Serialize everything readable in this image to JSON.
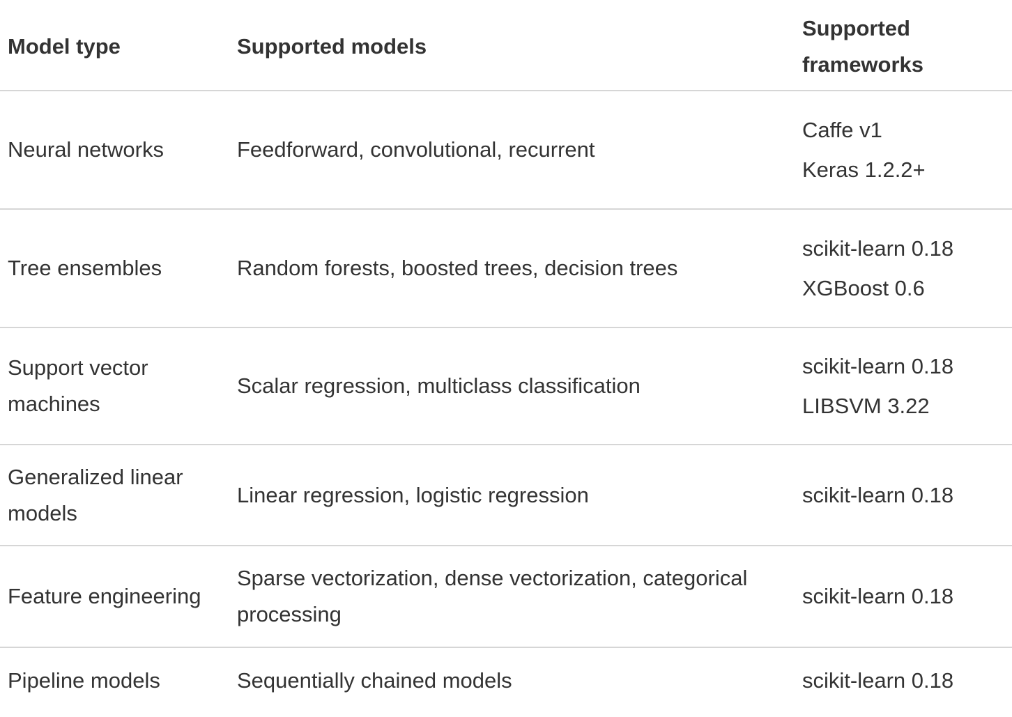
{
  "headers": {
    "model_type": "Model type",
    "supported_models": "Supported models",
    "supported_frameworks": "Supported frameworks"
  },
  "rows": [
    {
      "model_type": "Neural networks",
      "supported_models": "Feedforward, convolutional, recurrent",
      "frameworks": [
        "Caffe v1",
        "Keras 1.2.2+"
      ]
    },
    {
      "model_type": "Tree ensembles",
      "supported_models": "Random forests, boosted trees, decision trees",
      "frameworks": [
        "scikit-learn 0.18",
        "XGBoost 0.6"
      ]
    },
    {
      "model_type": "Support vector machines",
      "supported_models": "Scalar regression, multiclass classification",
      "frameworks": [
        "scikit-learn 0.18",
        "LIBSVM 3.22"
      ]
    },
    {
      "model_type": "Generalized linear models",
      "supported_models": "Linear regression, logistic regression",
      "frameworks": [
        "scikit-learn 0.18"
      ]
    },
    {
      "model_type": "Feature engineering",
      "supported_models": "Sparse vectorization, dense vectorization, categorical processing",
      "frameworks": [
        "scikit-learn 0.18"
      ]
    },
    {
      "model_type": "Pipeline models",
      "supported_models": "Sequentially chained models",
      "frameworks": [
        "scikit-learn 0.18"
      ]
    }
  ],
  "colors": {
    "text": "#333333",
    "divider": "#d6d6d6",
    "background": "#ffffff"
  }
}
